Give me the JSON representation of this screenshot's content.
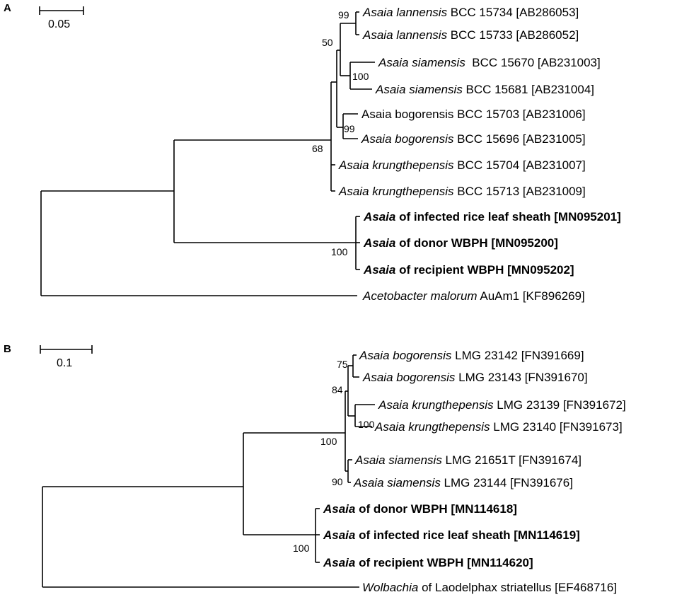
{
  "panel_a": {
    "letter": "A",
    "scale_label": "0.05",
    "taxa": [
      {
        "genus": "Asaia lannensis",
        "rest": " BCC 15734 [AB286053]",
        "bold": false
      },
      {
        "genus": "Asaia lannensis",
        "rest": " BCC 15733 [AB286052]",
        "bold": false
      },
      {
        "genus": "Asaia siamensis",
        "rest": "  BCC 15670 [AB231003]",
        "bold": false
      },
      {
        "genus": "Asaia siamensis",
        "rest": " BCC 15681 [AB231004]",
        "bold": false
      },
      {
        "genus": "",
        "rest": "Asaia bogorensis BCC 15703 [AB231006]",
        "bold": false
      },
      {
        "genus": "Asaia bogorensis",
        "rest": " BCC 15696 [AB231005]",
        "bold": false
      },
      {
        "genus": "Asaia krungthepensis",
        "rest": " BCC 15704 [AB231007]",
        "bold": false
      },
      {
        "genus": "Asaia krungthepensis",
        "rest": " BCC 15713 [AB231009]",
        "bold": false
      },
      {
        "genus": "Asaia",
        "rest": " of infected rice leaf sheath [MN095201]",
        "bold": true
      },
      {
        "genus": "Asaia",
        "rest": " of donor WBPH [MN095200]",
        "bold": true
      },
      {
        "genus": "Asaia",
        "rest": " of recipient WBPH [MN095202]",
        "bold": true
      },
      {
        "genus": "Acetobacter malorum",
        "rest": " AuAm1 [KF896269]",
        "bold": false
      }
    ],
    "supports": [
      "99",
      "50",
      "100",
      "99",
      "68",
      "100"
    ]
  },
  "panel_b": {
    "letter": "B",
    "scale_label": "0.1",
    "taxa": [
      {
        "genus": "Asaia bogorensis",
        "rest": " LMG 23142 [FN391669]",
        "bold": false
      },
      {
        "genus": "Asaia bogorensis",
        "rest": " LMG 23143 [FN391670]",
        "bold": false
      },
      {
        "genus": "Asaia krungthepensis",
        "rest": " LMG 23139 [FN391672]",
        "bold": false
      },
      {
        "genus": "Asaia krungthepensis",
        "rest": " LMG 23140 [FN391673]",
        "bold": false
      },
      {
        "genus": "Asaia siamensis",
        "rest": " LMG 21651T [FN391674]",
        "bold": false
      },
      {
        "genus": "Asaia siamensis",
        "rest": " LMG 23144 [FN391676]",
        "bold": false
      },
      {
        "genus": "Asaia",
        "rest": " of donor WBPH [MN114618]",
        "bold": true
      },
      {
        "genus": "Asaia",
        "rest": " of infected rice leaf sheath [MN114619]",
        "bold": true
      },
      {
        "genus": "Asaia",
        "rest": " of recipient WBPH [MN114620]",
        "bold": true
      },
      {
        "genus": "Wolbachia",
        "rest": " of Laodelphax striatellus [EF468716]",
        "bold": false
      }
    ],
    "supports": [
      "75",
      "84",
      "100",
      "100",
      "90",
      "100"
    ]
  }
}
